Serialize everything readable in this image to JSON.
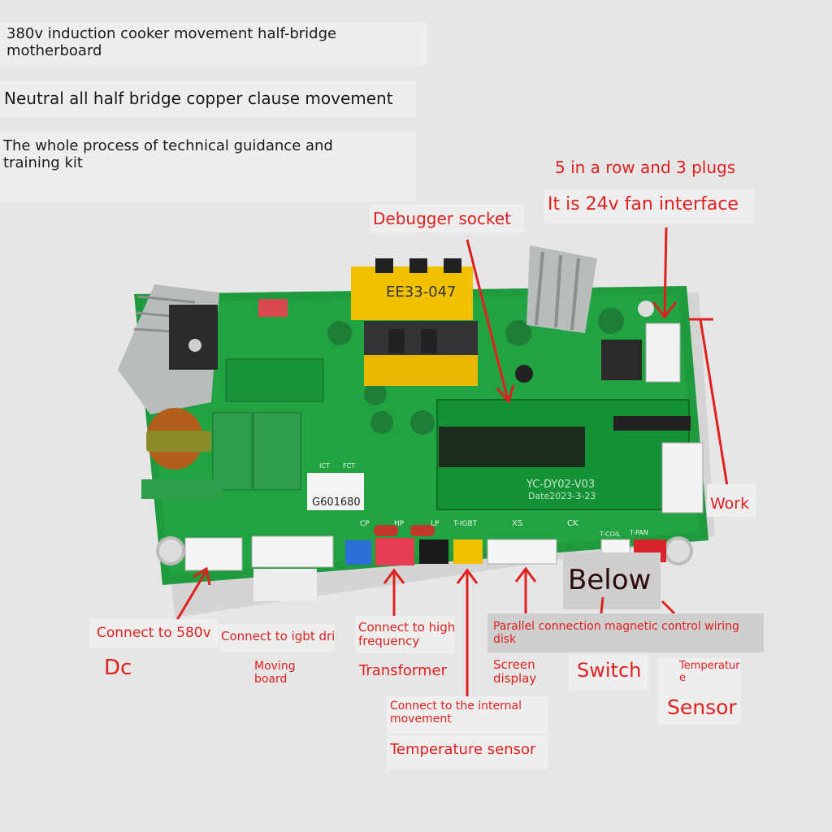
{
  "intro": {
    "line1": "380v induction cooker movement half-bridge motherboard",
    "line2": "Neutral all half bridge copper clause movement",
    "line3": "The whole process of technical guidance and training kit"
  },
  "board": {
    "transformer_label": "EE33-047",
    "sticker_label": "G601680",
    "display_model": "YC-DY02-V03",
    "display_date": "Date2023-3-23",
    "silk_ict": "ICT",
    "silk_fct": "FCT",
    "silk_cp": "CP",
    "silk_hp": "HP",
    "silk_lp": "LP",
    "silk_tigbt": "T-IGBT",
    "silk_xs": "XS",
    "silk_ck": "CK",
    "silk_tcoil": "T-COIL",
    "silk_tpan": "T-PAN"
  },
  "annotations": {
    "fan_line1": "5 in a row and 3 plugs",
    "fan_line2": "It is 24v fan interface",
    "debugger": "Debugger socket",
    "work": "Work",
    "below": "Below",
    "dc_line1": "Connect to 580v",
    "dc_line2": "Dc",
    "igbt_line1": "Connect to igbt driv",
    "igbt_line2": "Moving\nboard",
    "hf_line1": "Connect to high\nfrequency",
    "hf_line2": "Transformer",
    "temp_line1": "Connect to the internal\nmovement",
    "temp_line2": "Temperature sensor",
    "screen": "Screen\ndisplay",
    "parallel": "Parallel connection magnetic control wiring\ndisk",
    "switch": "Switch",
    "sensor_line1": "Temperatur\ne",
    "sensor_line2": "Sensor"
  },
  "colors": {
    "annotation_red": "#e0201e",
    "pcb_green": "#1f9a3c",
    "transformer_yellow": "#f2c200"
  }
}
